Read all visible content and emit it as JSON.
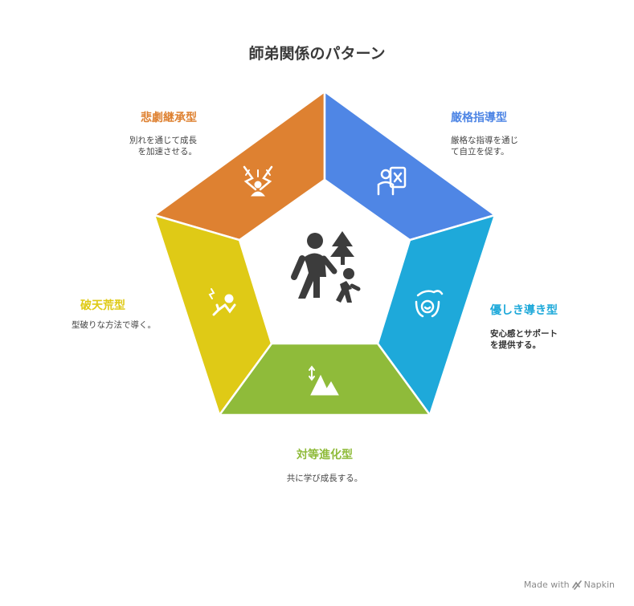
{
  "title": "師弟関係のパターン",
  "colors": {
    "orange": "#DE8131",
    "blue": "#4F86E5",
    "cyan": "#1EA9DA",
    "green": "#8FBB3A",
    "yellow": "#DFCA16",
    "center_icon": "#3c3c3c"
  },
  "segments": {
    "tragic": {
      "title": "悲劇継承型",
      "desc": "別れを通じて成長\nを加速させる。",
      "icon": "explosion-shock-icon"
    },
    "strict": {
      "title": "厳格指導型",
      "desc": "厳格な指導を通じ\nて自立を促す。",
      "icon": "teacher-board-icon"
    },
    "gentle": {
      "title": "優しき導き型",
      "desc": "安心感とサポート\nを提供する。",
      "icon": "caring-hands-icon"
    },
    "peer": {
      "title": "対等進化型",
      "desc": "共に学び成長する。",
      "icon": "mountains-arrows-icon"
    },
    "wild": {
      "title": "破天荒型",
      "desc": "型破りな方法で導く。",
      "icon": "falling-person-icon"
    }
  },
  "center": {
    "icon": "adult-child-tree-icon"
  },
  "watermark": {
    "text": "Made with",
    "brand": "Napkin"
  }
}
